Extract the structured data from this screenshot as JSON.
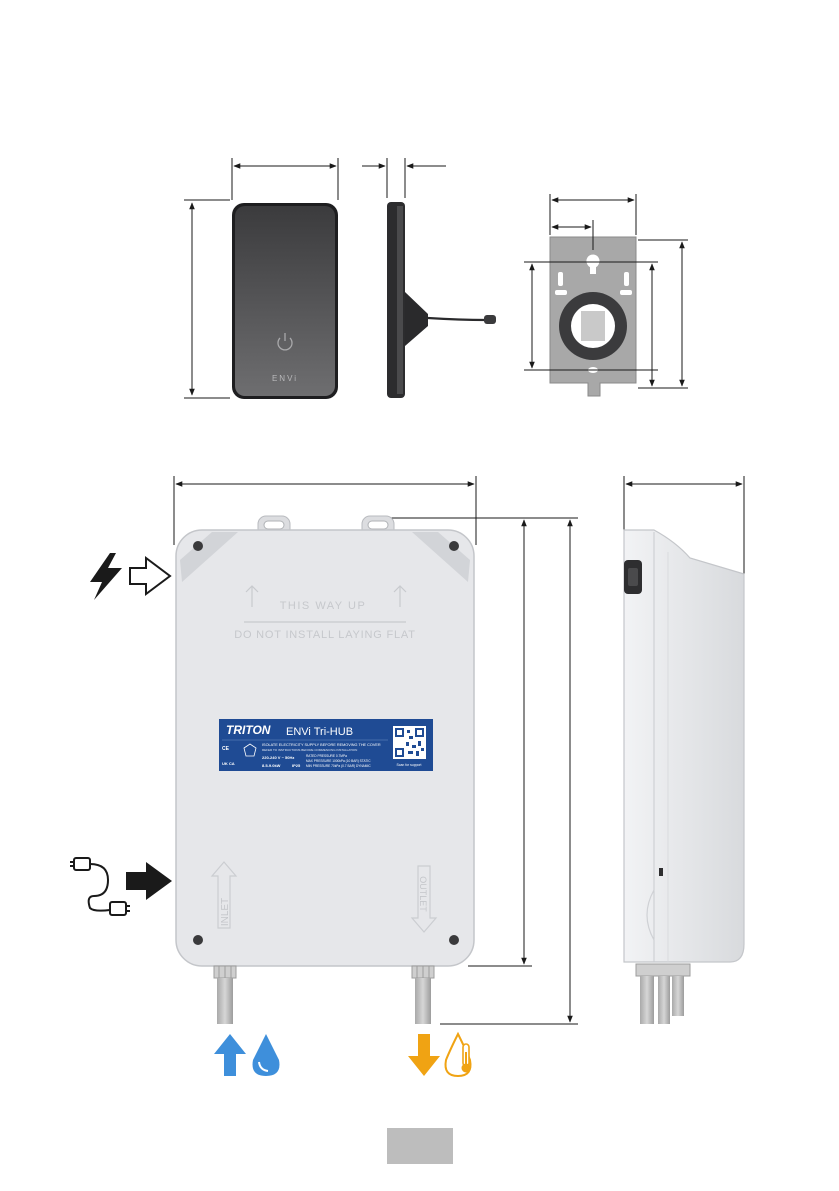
{
  "colors": {
    "dimension_line": "#1a1a1a",
    "housing": "#e9eaec",
    "housing_edge": "#c9cbcf",
    "panel_dark": "#3a3a3c",
    "bracket": "#a8a8a8",
    "label_blue": "#1f4b94",
    "inlet_blue": "#3e8fdb",
    "outlet_amber": "#f0a313",
    "page_tab": "#bdbdbd"
  },
  "control_panel": {
    "brand_mark": "ENVi",
    "power_icon": "power-icon"
  },
  "housing": {
    "embossed_top": "THIS WAY UP",
    "embossed_warning": "DO NOT INSTALL LAYING FLAT",
    "embossed_inlet": "INLET",
    "embossed_outlet": "OUTLET"
  },
  "rating_label": {
    "brand": "TRITON",
    "product": "ENVi Tri-HUB",
    "warning": "ISOLATE ELECTRICITY SUPPLY BEFORE REMOVING THE COVER",
    "instructions": "REFER TO INSTRUCTIONS BEFORE COMMENCING INSTALLATION",
    "voltage": "220-240 V ~ 50Hz",
    "power": "8.5-9.0kW",
    "ip": "IP25",
    "pressure_1": "RATED PRESSURE 0.7MPa",
    "pressure_2": "MAX PRESSURE 1000kPa (10 BAR) STATIC",
    "pressure_3": "MIN PRESSURE 70kPa (0.7 BAR) DYNAMIC",
    "qr_caption": "Scan for support",
    "marks": [
      "CE",
      "UK CA"
    ]
  },
  "icons": {
    "power_supply": "lightning-bolt-icon",
    "power_arrow": "arrow-right-outline-icon",
    "cable": "cable-icon",
    "cable_arrow": "arrow-right-solid-icon",
    "cold_inlet_arrow": "arrow-up-icon",
    "cold_water": "water-drop-icon",
    "hot_outlet_arrow": "arrow-down-icon",
    "hot_water": "hot-water-thermometer-icon"
  }
}
